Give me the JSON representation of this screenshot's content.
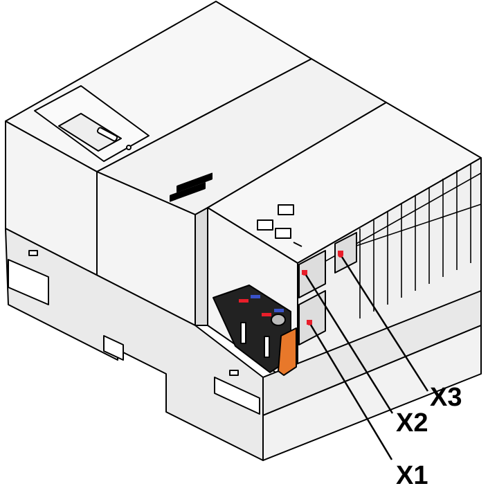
{
  "figure": {
    "colors": {
      "outline": "#000000",
      "body": "#f4f4f4",
      "body_shade": "#e2e2e2",
      "terminal": "#222222",
      "release_lever": "#e8782a",
      "marker_red": "#e81e2a",
      "marker_blue": "#3a52c8"
    },
    "callouts": [
      {
        "id": "x1",
        "label": "X1"
      },
      {
        "id": "x2",
        "label": "X2"
      },
      {
        "id": "x3",
        "label": "X3"
      }
    ]
  }
}
